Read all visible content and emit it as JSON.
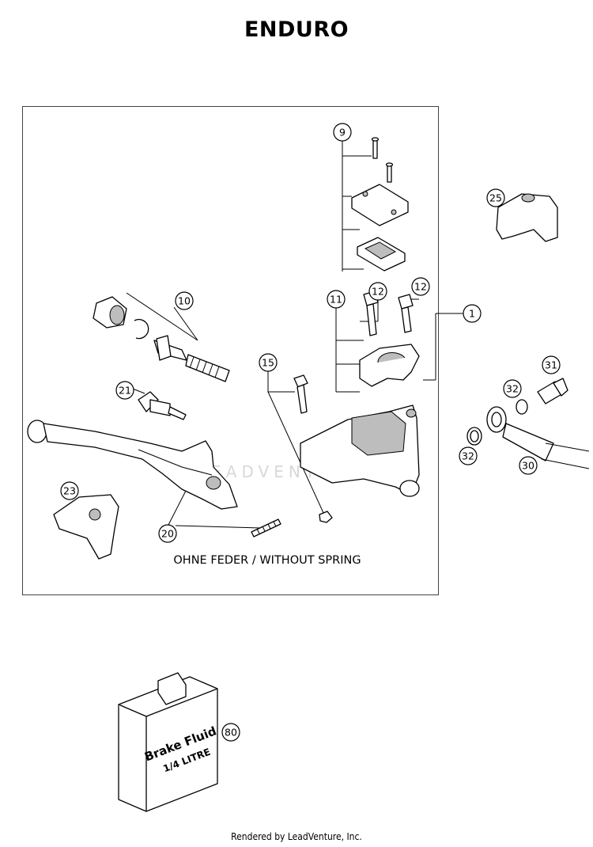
{
  "title": "ENDURO",
  "note": "OHNE FEDER / WITHOUT SPRING",
  "watermark": "LEADVENTURE",
  "footer": "Rendered by LeadVenture, Inc.",
  "bottle": {
    "line1": "Brake Fluid",
    "line2": "1/4 LITRE"
  },
  "callouts": {
    "c1": "1",
    "c9": "9",
    "c10": "10",
    "c11": "11",
    "c12a": "12",
    "c12b": "12",
    "c15": "15",
    "c20": "20",
    "c21": "21",
    "c23": "23",
    "c25": "25",
    "c30": "30",
    "c31": "31",
    "c32a": "32",
    "c32b": "32",
    "c80": "80"
  }
}
